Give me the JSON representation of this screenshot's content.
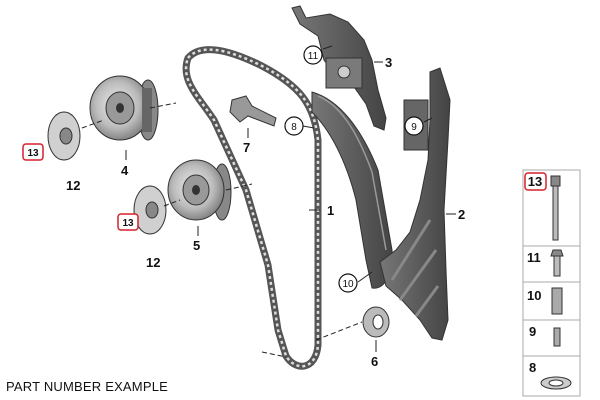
{
  "callouts": {
    "p1": "1",
    "p2": "2",
    "p3": "3",
    "p4": "4",
    "p5": "5",
    "p6": "6",
    "p7": "7",
    "p8": "8",
    "p9": "9",
    "p10": "10",
    "p11": "11",
    "p12a": "12",
    "p12b": "12",
    "p13a": "13",
    "p13b": "13"
  },
  "sidebar": {
    "items": [
      {
        "label": "13"
      },
      {
        "label": "11"
      },
      {
        "label": "10"
      },
      {
        "label": "9"
      },
      {
        "label": "8"
      }
    ]
  },
  "caption": "PART NUMBER EXAMPLE",
  "colors": {
    "highlight": "#d6202a",
    "part_dark": "#555555",
    "part_light": "#c8c8c8"
  }
}
